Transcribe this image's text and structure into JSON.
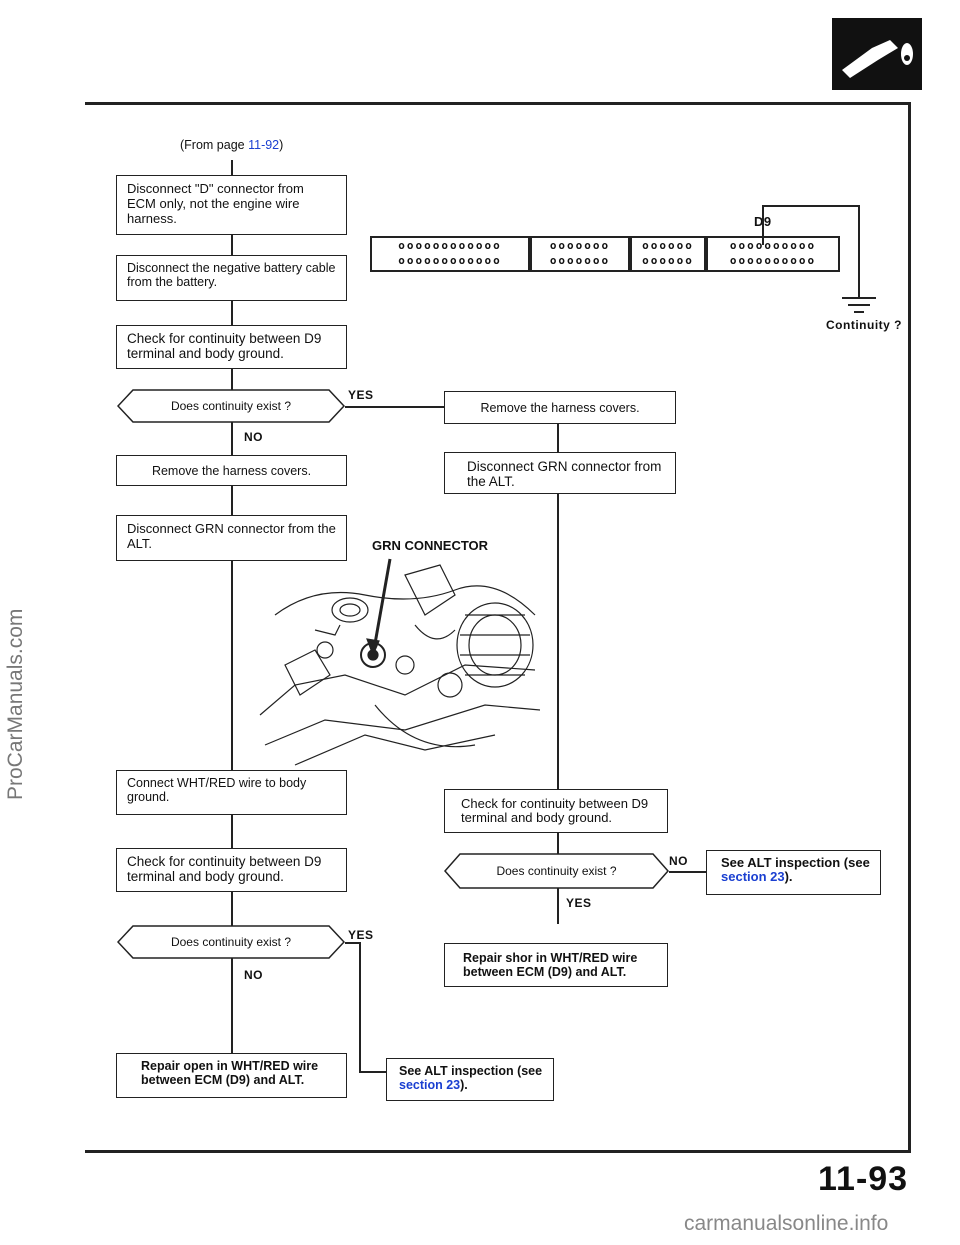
{
  "watermark": "ProCarManuals.com",
  "footer_watermark": "carmanualsonline.info",
  "page_number": "11-93",
  "from_page": {
    "prefix": "(From page ",
    "ref": "11-92",
    "suffix": ")"
  },
  "left_flow": {
    "step1": "Disconnect \"D\" connector from ECM only, not the engine wire harness.",
    "step2": "Disconnect the negative battery cable from the battery.",
    "step3": "Check for continuity between D9 terminal and body ground.",
    "q1": "Does continuity exist ?",
    "q1_yes": "YES",
    "q1_no": "NO",
    "step4": "Remove the harness covers.",
    "step5": "Disconnect GRN connector from the ALT.",
    "step6": "Connect WHT/RED wire to body ground.",
    "step7": "Check for continuity between D9 terminal and body ground.",
    "q2": "Does continuity exist ?",
    "q2_yes": "YES",
    "q2_no": "NO",
    "result_open": "Repair open in WHT/RED wire between ECM (D9) and ALT.",
    "result_alt": {
      "prefix": "See ALT inspection (see ",
      "ref": "section 23",
      "suffix": ")."
    }
  },
  "right_flow": {
    "step1": "Remove the harness covers.",
    "step2": "Disconnect GRN connector from the ALT.",
    "step3": "Check for continuity between D9 terminal and body ground.",
    "q": "Does continuity exist ?",
    "q_no": "NO",
    "q_yes": "YES",
    "result_alt": {
      "prefix": "See ALT inspection (see ",
      "ref": "section 23",
      "suffix": ")."
    },
    "result_short": "Repair shor in WHT/RED wire between ECM (D9) and ALT."
  },
  "connector": {
    "pin_label": "D9",
    "ground_label": "Continuity ?",
    "row_groups": [
      "oooooooooooo",
      "ooooooo",
      "oooooo",
      "oooooooooo"
    ]
  },
  "figure_label": "GRN CONNECTOR",
  "colors": {
    "link": "#1a3fd1",
    "ink": "#111111"
  }
}
